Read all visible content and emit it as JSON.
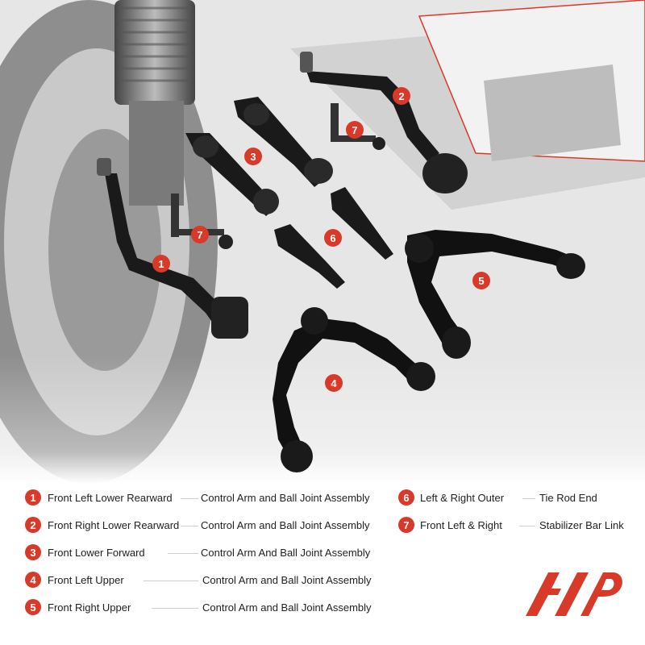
{
  "markers": [
    "1",
    "2",
    "3",
    "4",
    "5",
    "6",
    "7",
    "7"
  ],
  "legend": [
    {
      "num": "1",
      "name": "Front Left Lower Rearward",
      "desc": "Control Arm and Ball Joint Assembly"
    },
    {
      "num": "2",
      "name": "Front Right Lower Rearward",
      "desc": "Control Arm and Ball Joint Assembly"
    },
    {
      "num": "3",
      "name": "Front Lower Forward",
      "desc": "Control Arm And Ball Joint Assembly"
    },
    {
      "num": "4",
      "name": "Front Left Upper",
      "desc": "Control Arm and Ball Joint Assembly"
    },
    {
      "num": "5",
      "name": "Front Right Upper",
      "desc": "Control Arm and Ball Joint Assembly"
    },
    {
      "num": "6",
      "name": "Left & Right Outer",
      "desc": "Tie Rod End"
    },
    {
      "num": "7",
      "name": "Front Left & Right",
      "desc": "Stabilizer Bar Link"
    }
  ],
  "colors": {
    "accent": "#d83a2a",
    "part": "#1a1a1a",
    "background": "#ffffff"
  }
}
